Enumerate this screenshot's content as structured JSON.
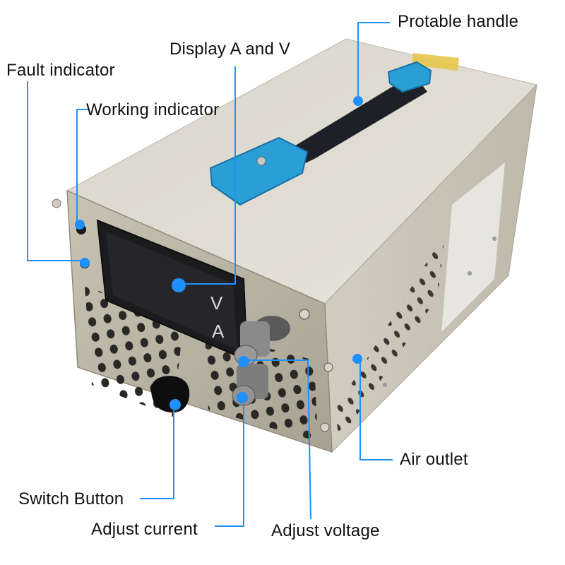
{
  "figure": {
    "subject": "Adjustable DC switching power supply",
    "accent_color": "#1e90ff",
    "display_readout": {
      "top": "V",
      "bottom": "A"
    }
  },
  "annotations": [
    {
      "id": "protable-handle",
      "text": "Protable handle"
    },
    {
      "id": "display",
      "text": "Display A and V"
    },
    {
      "id": "fault-indicator",
      "text": "Fault indicator"
    },
    {
      "id": "working-indicator",
      "text": "Working indicator"
    },
    {
      "id": "air-outlet",
      "text": "Air outlet"
    },
    {
      "id": "switch-button",
      "text": "Switch Button"
    },
    {
      "id": "adjust-current",
      "text": "Adjust current"
    },
    {
      "id": "adjust-voltage",
      "text": "Adjust voltage"
    }
  ]
}
